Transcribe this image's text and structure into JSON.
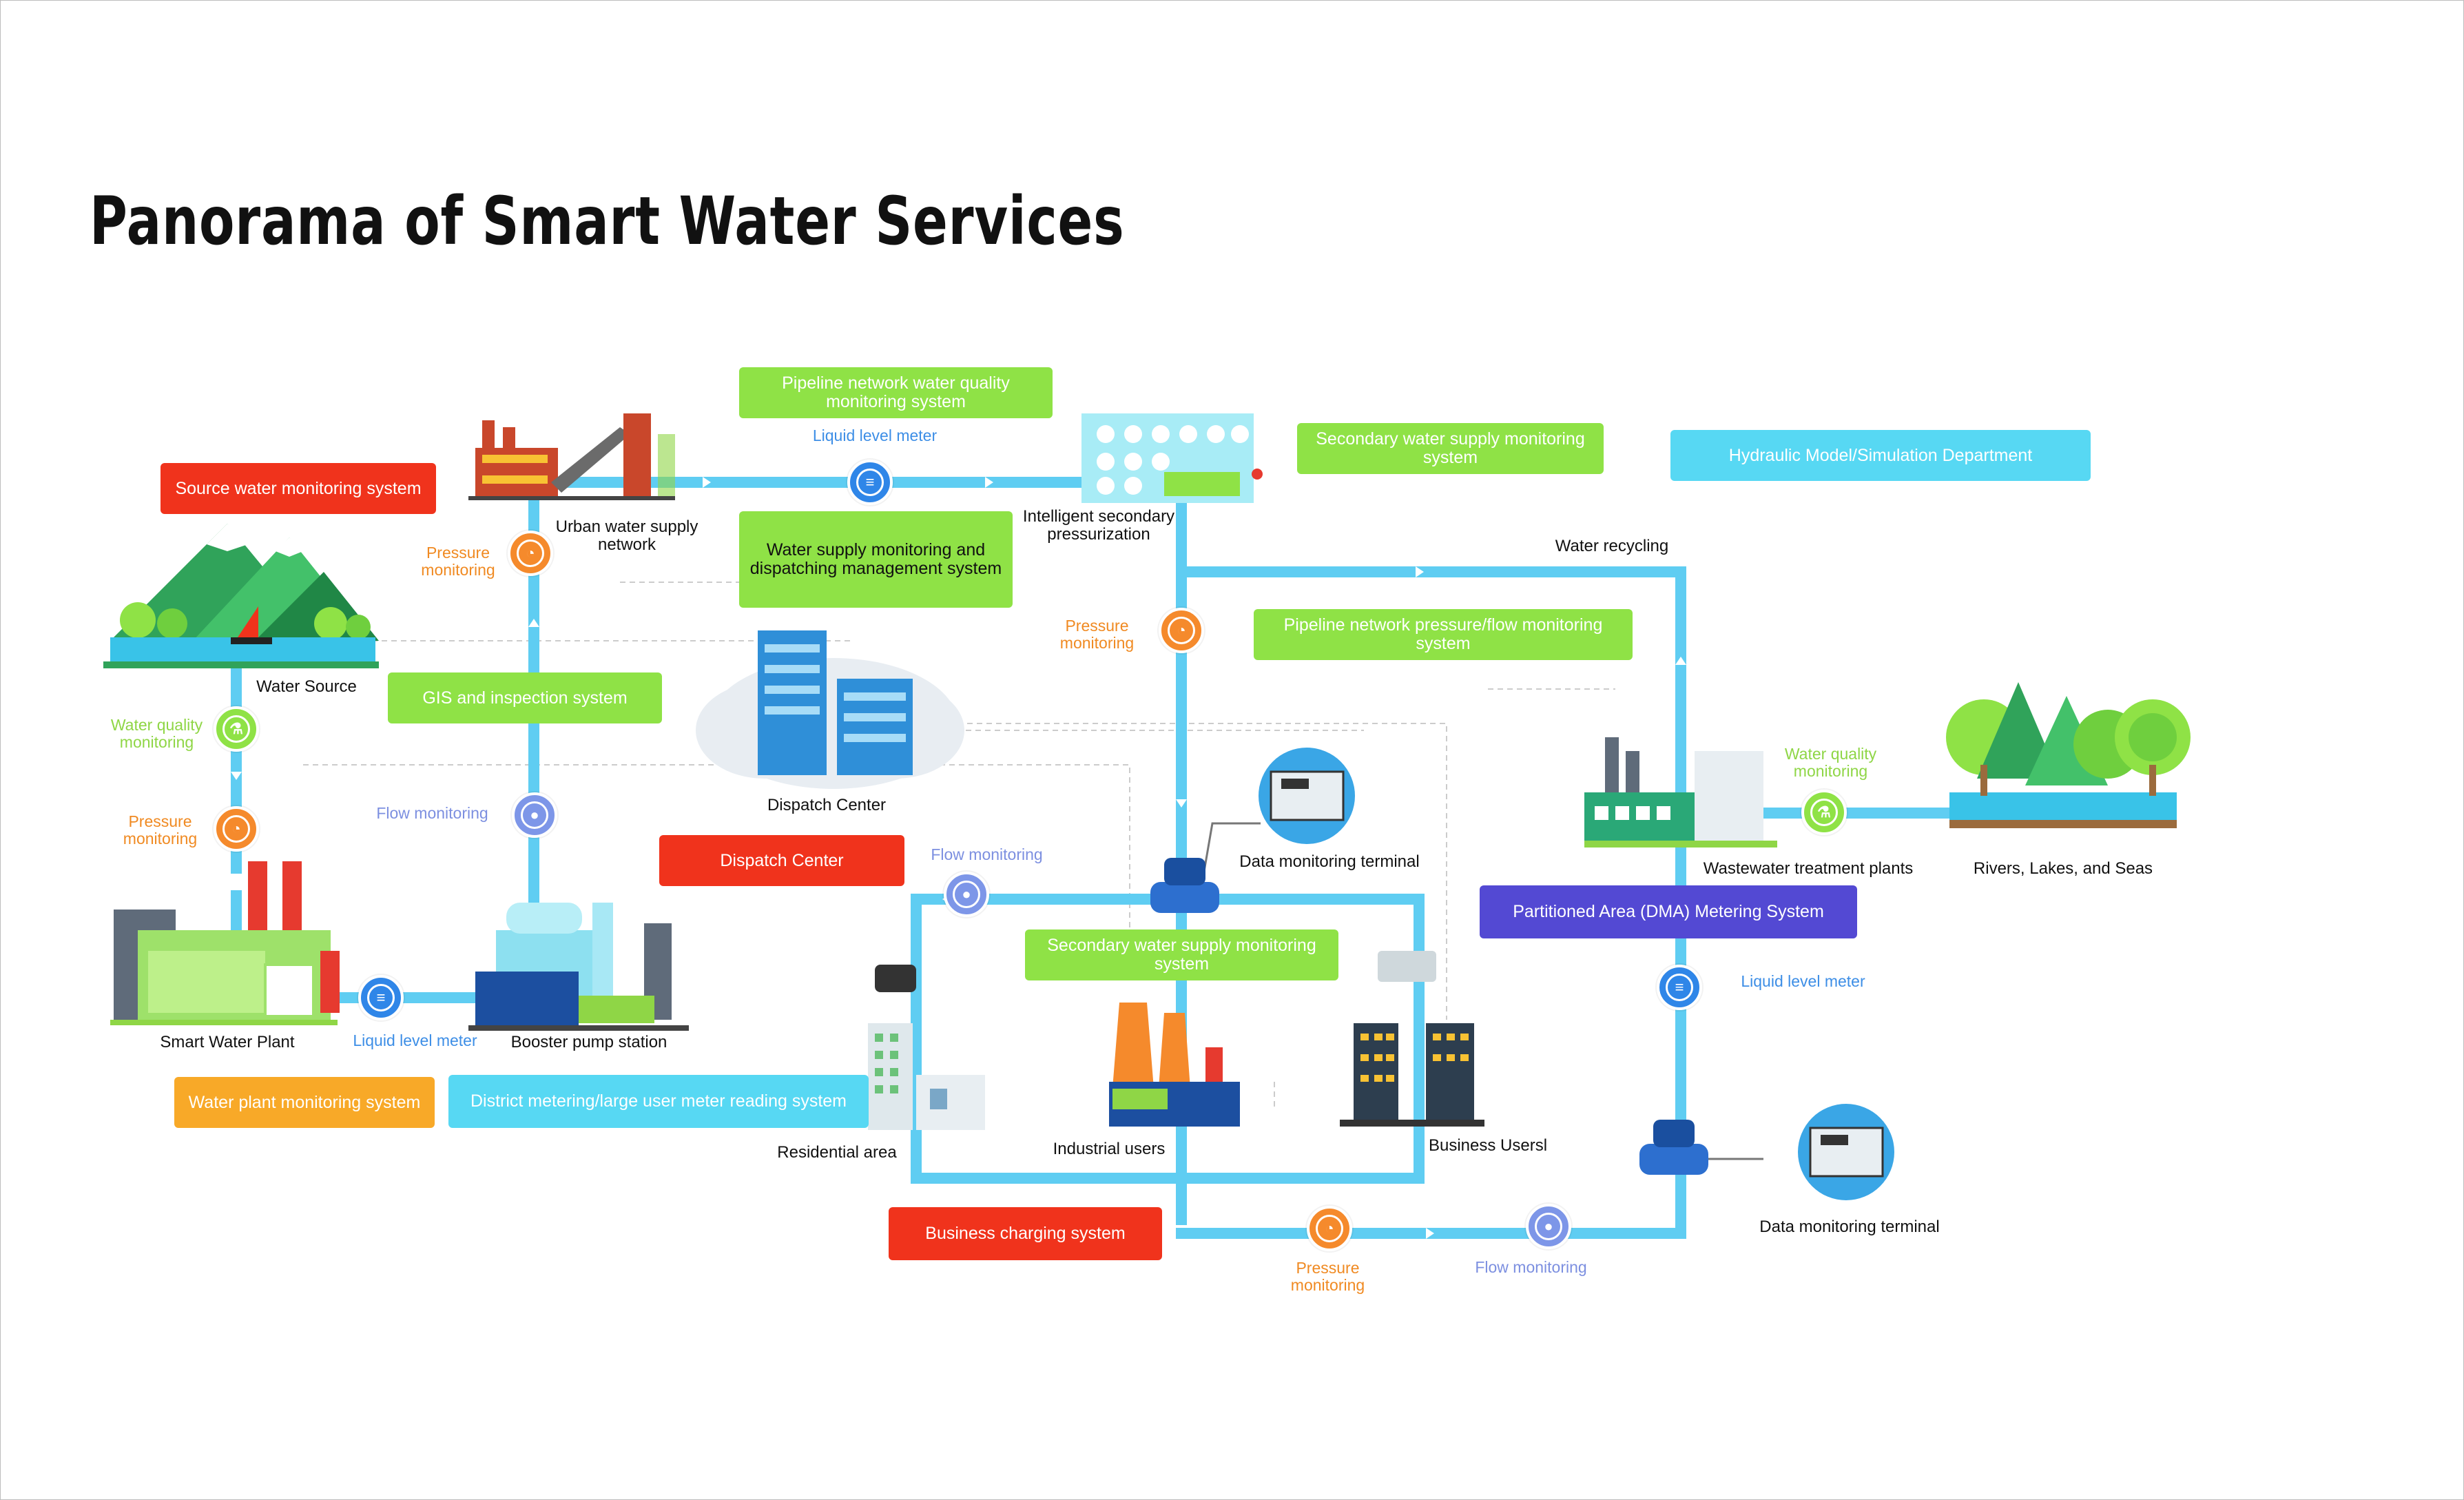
{
  "title": "Panorama of Smart Water Services",
  "systems": {
    "pipeline_quality": "Pipeline network water quality monitoring system",
    "source_monitoring": "Source water monitoring system",
    "secondary_supply_top": "Secondary water supply monitoring system",
    "hydraulic_model": "Hydraulic Model/Simulation Department",
    "dispatching": "Water supply monitoring and dispatching management system",
    "pressure_flow": "Pipeline network pressure/flow monitoring system",
    "gis": "GIS and inspection system",
    "dispatch_center_box": "Dispatch Center",
    "secondary_supply_mid": "Secondary water supply monitoring system",
    "dma": "Partitioned Area (DMA) Metering System",
    "water_plant": "Water plant monitoring system",
    "district_metering": "District metering/large user meter reading system",
    "charging": "Business charging system"
  },
  "nodes": {
    "urban_network": "Urban water supply network",
    "secondary_pressurization": "Intelligent secondary pressurization",
    "water_recycling": "Water recycling",
    "water_source": "Water Source",
    "dispatch_center": "Dispatch Center",
    "data_terminal_1": "Data monitoring terminal",
    "wastewater": "Wastewater treatment plants",
    "rivers": "Rivers, Lakes, and Seas",
    "smart_plant": "Smart Water Plant",
    "booster": "Booster pump station",
    "residential": "Residential area",
    "industrial": "Industrial users",
    "business": "Business Usersl",
    "data_terminal_2": "Data monitoring terminal"
  },
  "sensors": {
    "liquid_level_top": "Liquid level meter",
    "pressure_urban": "Pressure monitoring",
    "pressure_secondary": "Pressure monitoring",
    "quality_source": "Water quality monitoring",
    "pressure_source": "Pressure monitoring",
    "flow_booster": "Flow monitoring",
    "flow_residential": "Flow monitoring",
    "quality_wastewater": "Water quality monitoring",
    "liquid_level_plant": "Liquid level meter",
    "liquid_level_dma": "Liquid level meter",
    "pressure_bottom": "Pressure monitoring",
    "flow_bottom": "Flow monitoring"
  },
  "colors": {
    "pipe": "#5fcdf2",
    "green": "#8fe246",
    "red": "#f0331c",
    "orange": "#f8a928",
    "cyan": "#57d8f3",
    "purple": "#5349d3"
  },
  "icons": {
    "pressure": "pressure-gauge-icon",
    "flow": "water-drop-icon",
    "level": "liquid-level-icon",
    "quality": "flask-icon"
  }
}
